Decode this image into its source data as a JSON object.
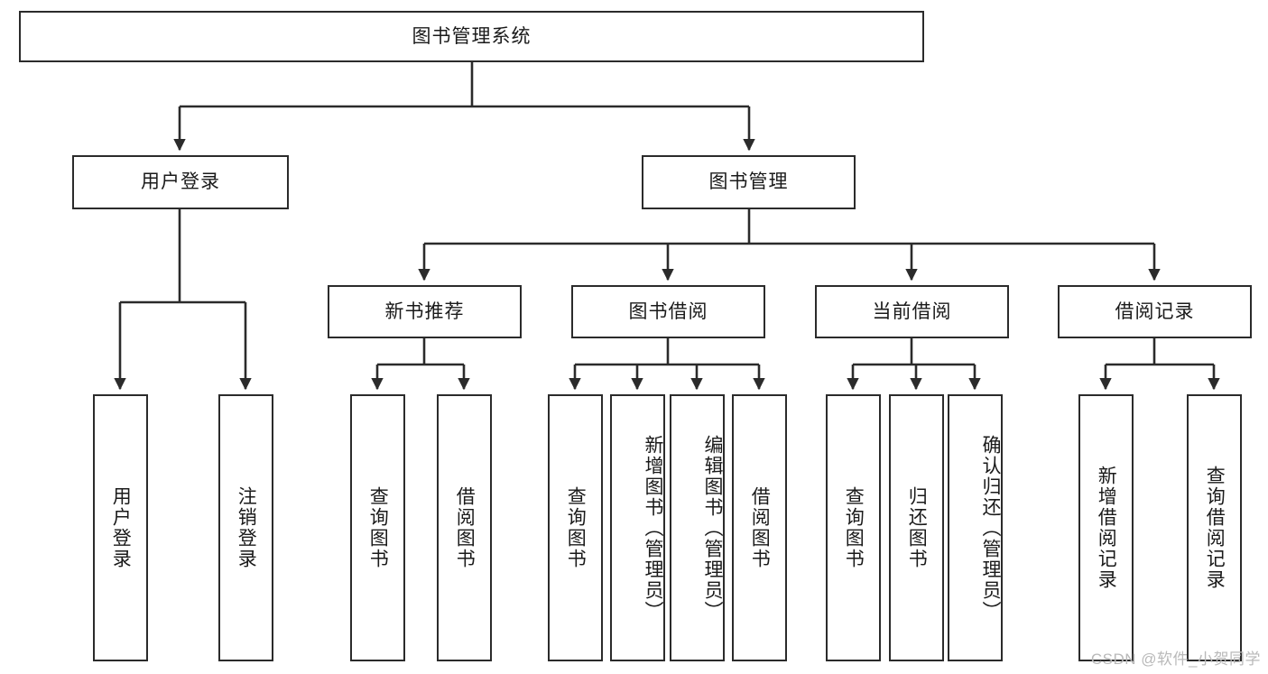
{
  "diagram": {
    "title": "图书管理系统",
    "type": "hierarchy-tree",
    "root": {
      "id": "root",
      "label": "图书管理系统"
    },
    "level2": [
      {
        "id": "user-login",
        "label": "用户登录"
      },
      {
        "id": "book-management",
        "label": "图书管理"
      }
    ],
    "level3": [
      {
        "id": "new-book-recommend",
        "label": "新书推荐",
        "parent": "book-management"
      },
      {
        "id": "book-borrow",
        "label": "图书借阅",
        "parent": "book-management"
      },
      {
        "id": "current-borrow",
        "label": "当前借阅",
        "parent": "book-management"
      },
      {
        "id": "borrow-record",
        "label": "借阅记录",
        "parent": "book-management"
      }
    ],
    "leaves": {
      "user_login": [
        {
          "id": "leaf-user-login",
          "label": "用户登录"
        },
        {
          "id": "leaf-logout-login",
          "label": "注销登录"
        }
      ],
      "new_book_recommend": [
        {
          "id": "leaf-query-book-1",
          "label": "查询图书"
        },
        {
          "id": "leaf-borrow-book-1",
          "label": "借阅图书"
        }
      ],
      "book_borrow": [
        {
          "id": "leaf-query-book-2",
          "label": "查询图书"
        },
        {
          "id": "leaf-add-book",
          "label": "新增图书（管理员）"
        },
        {
          "id": "leaf-edit-book",
          "label": "编辑图书（管理员）"
        },
        {
          "id": "leaf-borrow-book-2",
          "label": "借阅图书"
        }
      ],
      "current_borrow": [
        {
          "id": "leaf-query-book-3",
          "label": "查询图书"
        },
        {
          "id": "leaf-return-book",
          "label": "归还图书"
        },
        {
          "id": "leaf-confirm-return",
          "label": "确认归还（管理员）"
        }
      ],
      "borrow_record": [
        {
          "id": "leaf-add-record",
          "label": "新增借阅记录"
        },
        {
          "id": "leaf-query-record",
          "label": "查询借阅记录"
        }
      ]
    }
  },
  "watermark": {
    "text": "CSDN @软件_小贺同学"
  },
  "colors": {
    "stroke": "#2b2b2b",
    "fill": "#ffffff",
    "text": "#1a1a1a",
    "watermark": "#b9b9b9"
  }
}
